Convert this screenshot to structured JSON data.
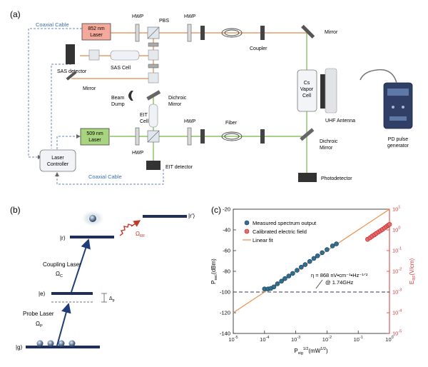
{
  "panel_a": {
    "label": "(a)",
    "coax_top": "Coaxial Cable",
    "coax_bottom": "Coaxial Cable",
    "laser852": [
      "852 nm",
      "Laser"
    ],
    "laser509": [
      "509 nm",
      "Laser"
    ],
    "hwp": "HWP",
    "pbs": "PBS",
    "coupler": "Coupler",
    "mirror": "Mirror",
    "sas_detector": "SAS detector",
    "sas_cell": "SAS Cell",
    "beam_dump": [
      "Beam",
      "Dump"
    ],
    "dichroic_mirror": [
      "Dichroic",
      "Mirror"
    ],
    "eit_cell": [
      "EIT",
      "Cell"
    ],
    "fiber": "Fiber",
    "cs_cell": [
      "Cs",
      "Vapor",
      "Cell"
    ],
    "uhf_antenna": "UHF Antenna",
    "pd_pulse": [
      "PD pulse",
      "generator"
    ],
    "photodetector": "Photodetector",
    "eit_detector": "EIT detector",
    "laser_controller": [
      "Laser",
      "Controller"
    ]
  },
  "panel_b": {
    "label": "(b)",
    "state_g": "|g⟩",
    "state_e": "|e⟩",
    "state_r": "|r⟩",
    "state_r2": "|r'⟩",
    "coupling": "Coupling Laser",
    "omega_c": "Ω",
    "omega_c_sub": "C",
    "probe": "Probe Laser",
    "omega_p": "Ω",
    "omega_p_sub": "P",
    "delta": "Δ",
    "delta_sub": "p",
    "omega_rf": "Ω",
    "omega_rf_sub": "RF"
  },
  "chart_data": {
    "type": "scatter",
    "panel_label": "(c)",
    "x_scale": "log",
    "xlim": [
      1e-05,
      1
    ],
    "ylim_left": [
      -140,
      -20
    ],
    "ylim_right": [
      1e-05,
      10
    ],
    "left_ylabel": "P",
    "left_ylabel_sub": "sec",
    "left_ylabel_unit": "(dBm)",
    "right_ylabel": "E",
    "right_ylabel_sub": "RF",
    "right_ylabel_unit": "(V/cm)",
    "xlabel": "P",
    "xlabel_sub": "sig",
    "xlabel_sup": "1/2",
    "xlabel_unit": "(mW",
    "xlabel_unit_sup": "1/2",
    "xlabel_tail": ")",
    "x_ticks": [
      {
        "base": "10",
        "exp": "-5"
      },
      {
        "base": "10",
        "exp": "-4"
      },
      {
        "base": "10",
        "exp": "-3"
      },
      {
        "base": "10",
        "exp": "-2"
      },
      {
        "base": "10",
        "exp": "-1"
      },
      {
        "base": "10",
        "exp": "0"
      }
    ],
    "left_ticks": [
      "-20",
      "-40",
      "-60",
      "-80",
      "-100",
      "-120",
      "-140"
    ],
    "right_ticks": [
      {
        "base": "10",
        "exp": "1"
      },
      {
        "base": "10",
        "exp": "0"
      },
      {
        "base": "10",
        "exp": "-1"
      },
      {
        "base": "10",
        "exp": "-2"
      },
      {
        "base": "10",
        "exp": "-3"
      },
      {
        "base": "10",
        "exp": "-4"
      },
      {
        "base": "10",
        "exp": "-5"
      }
    ],
    "legend": [
      "Measured spectrum output",
      "Calibrated electric field",
      "Linear fit"
    ],
    "noise_floor_dbm": -100,
    "annotation_line1": "η = 868 nV•cm⁻¹•Hz⁻¹ᐟ²",
    "annotation_line2": "@ 1.74GHz",
    "series": [
      {
        "name": "Measured spectrum output",
        "axis": "left",
        "points": [
          [
            0.0001,
            -97
          ],
          [
            0.00013,
            -97
          ],
          [
            0.00016,
            -96.5
          ],
          [
            0.0002,
            -95
          ],
          [
            0.00026,
            -92
          ],
          [
            0.00035,
            -89.5
          ],
          [
            0.00045,
            -87
          ],
          [
            0.0006,
            -84.5
          ],
          [
            0.0008,
            -82
          ],
          [
            0.0011,
            -79
          ],
          [
            0.0015,
            -76
          ],
          [
            0.002,
            -73.5
          ],
          [
            0.0028,
            -70.5
          ],
          [
            0.0038,
            -67.5
          ],
          [
            0.005,
            -65
          ],
          [
            0.007,
            -62
          ],
          [
            0.01,
            -59
          ],
          [
            0.015,
            -55.5
          ],
          [
            0.02,
            -53.5
          ]
        ]
      },
      {
        "name": "Calibrated electric field",
        "axis": "right",
        "points": [
          [
            0.2,
            0.35
          ],
          [
            0.24,
            0.42
          ],
          [
            0.28,
            0.5
          ],
          [
            0.33,
            0.58
          ],
          [
            0.38,
            0.68
          ],
          [
            0.45,
            0.8
          ],
          [
            0.52,
            0.92
          ],
          [
            0.6,
            1.06
          ],
          [
            0.7,
            1.25
          ],
          [
            0.8,
            1.45
          ],
          [
            0.9,
            1.65
          ],
          [
            1.0,
            1.85
          ]
        ]
      },
      {
        "name": "Linear fit",
        "axis": "left",
        "line": [
          [
            1e-05,
            -120
          ],
          [
            1,
            -20
          ]
        ]
      }
    ]
  }
}
